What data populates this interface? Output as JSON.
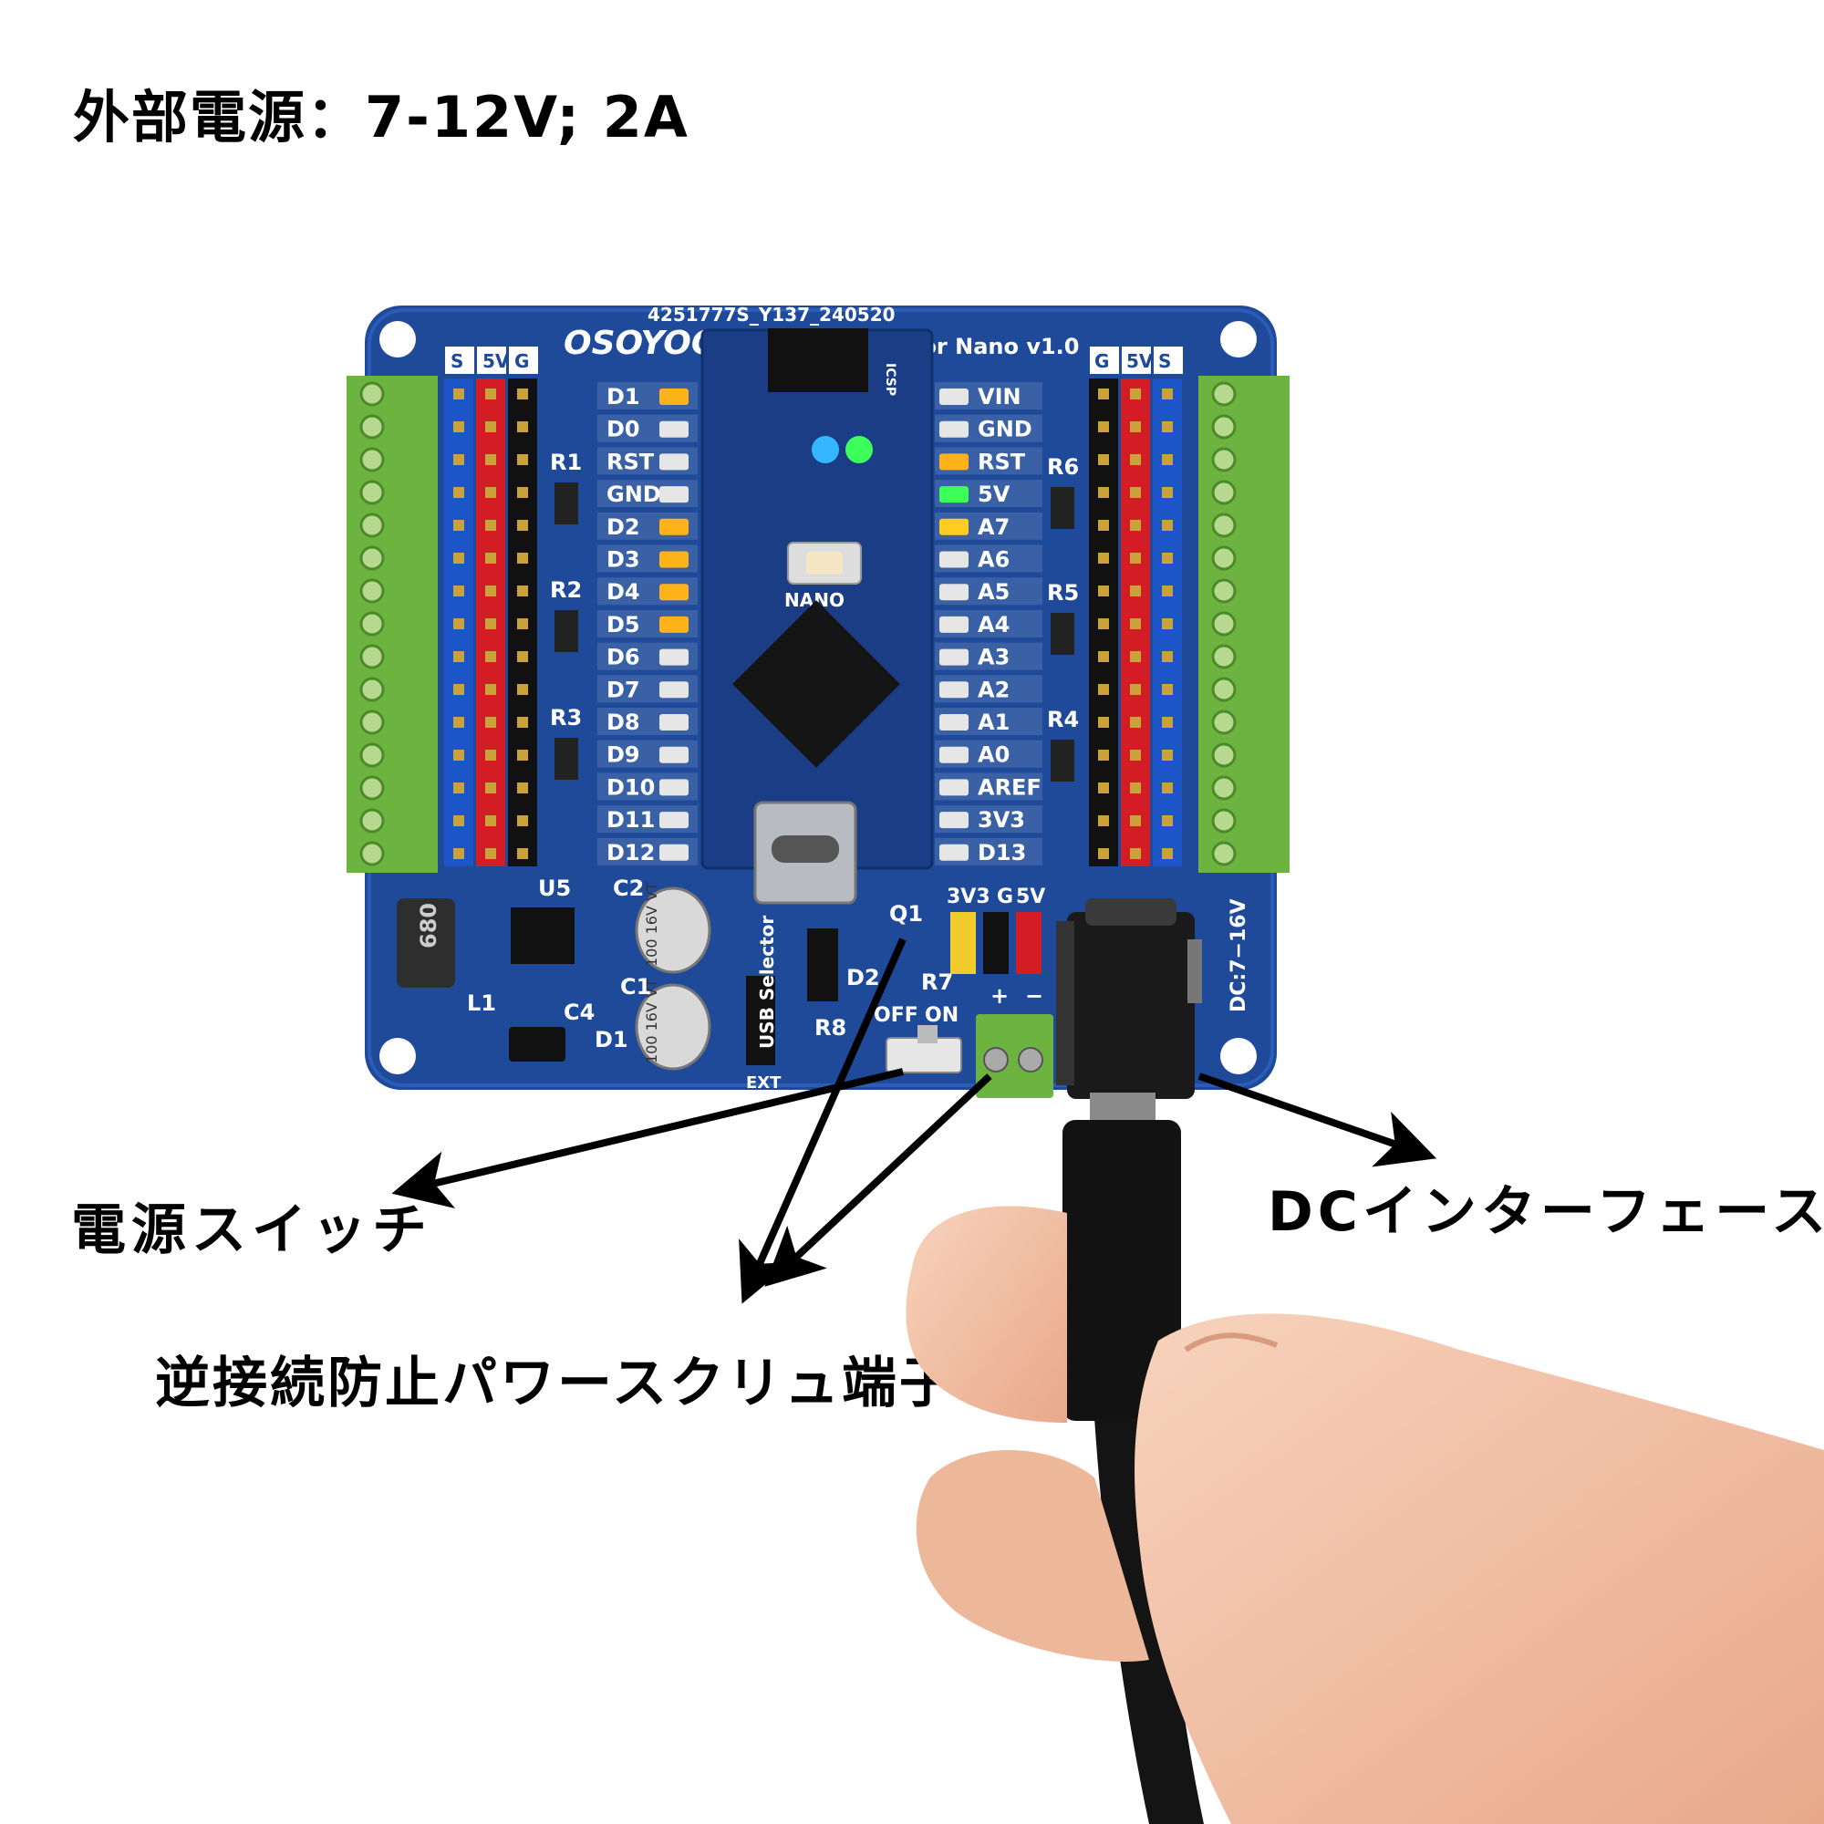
{
  "captions": {
    "title": "外部電源：7-12V; 2A",
    "power_switch": "電源スイッチ",
    "screw_terminal": "逆接続防止パワースクリュ端子",
    "dc_interface": "DCインターフェース"
  },
  "board": {
    "serial": "4251777S_Y137_240520",
    "brand": "OSOYOO",
    "model": "for Nano v1.0",
    "header_left": [
      "S",
      "5V",
      "G"
    ],
    "header_right": [
      "G",
      "5V",
      "S"
    ],
    "pins_left": [
      "D1",
      "D0",
      "RST",
      "GND",
      "D2",
      "D3",
      "D4",
      "D5",
      "D6",
      "D7",
      "D8",
      "D9",
      "D10",
      "D11",
      "D12"
    ],
    "pins_right": [
      "VIN",
      "GND",
      "RST",
      "5V",
      "A7",
      "A6",
      "A5",
      "A4",
      "A3",
      "A2",
      "A1",
      "A0",
      "AREF",
      "3V3",
      "D13"
    ],
    "resistors_left": [
      "R1",
      "R2",
      "R3"
    ],
    "resistors_right": [
      "R6",
      "R5",
      "R4"
    ],
    "power_header": [
      "3V3",
      "G",
      "5V"
    ],
    "switch_off": "OFF",
    "switch_on": "ON",
    "terminal_plus": "+",
    "terminal_minus": "−",
    "dc_rating": "DC:7−16V",
    "selector": "USB Selector",
    "ext": "EXT",
    "inductor": "680",
    "cap_mark": "100 16V VT",
    "parts": [
      "U5",
      "C2",
      "C1",
      "C4",
      "D1",
      "L1",
      "Q1",
      "D2",
      "R7",
      "R8"
    ],
    "icsp": "ICSP",
    "nano": "NANO"
  },
  "colors": {
    "pcb": "#1f4a9a",
    "terminal": "#6cb33f",
    "header_red": "#d41c25",
    "header_blue": "#1c55c8",
    "led_orange": "#ffb31a",
    "led_green": "#3cff5a",
    "led_blue": "#35b6ff",
    "skin": "#f3c2a4"
  }
}
